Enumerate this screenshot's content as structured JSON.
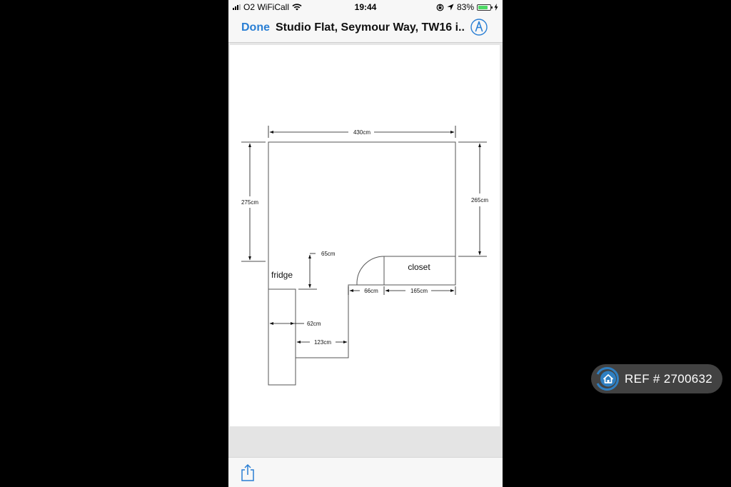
{
  "status_bar": {
    "carrier": "O2 WiFiCall",
    "time": "19:44",
    "battery": "83%",
    "battery_level": 0.83
  },
  "nav": {
    "done_label": "Done",
    "title": "Studio Flat, Seymour Way, TW16 i..."
  },
  "floorplan": {
    "width_top": "430cm",
    "height_left": "275cm",
    "height_right": "265cm",
    "dim_65": "65cm",
    "fridge": "fridge",
    "closet": "closet",
    "dim_66": "66cm",
    "dim_165": "165cm",
    "dim_62": "62cm",
    "dim_123": "123cm"
  },
  "ref_badge": {
    "text": "REF # 2700632",
    "accent_color": "#2f7fc1"
  },
  "icons": {
    "wifi": "wifi-icon",
    "location": "location-arrow-icon",
    "lock_rotation": "rotation-lock-icon",
    "charging": "bolt-icon",
    "markup": "markup-pen-icon",
    "share": "share-icon",
    "house": "house-icon"
  }
}
